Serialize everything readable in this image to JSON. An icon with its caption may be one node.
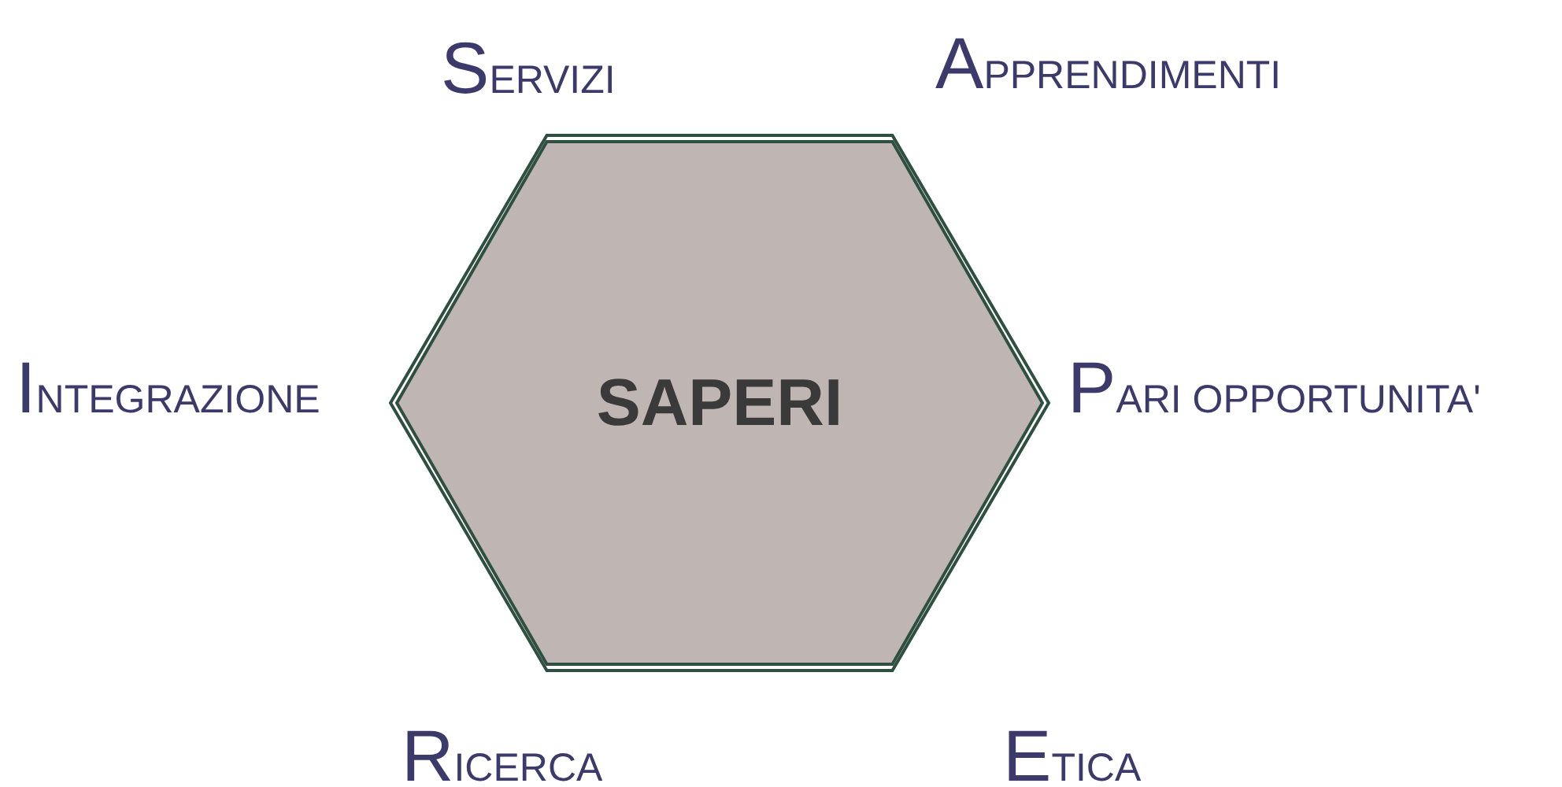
{
  "diagram": {
    "nodes": [
      {
        "text": [
          "SAPERI"
        ]
      }
    ],
    "edges": [],
    "labels": [
      "SERVIZI",
      "APPRENDIMENTI",
      "INTEGRAZIONE",
      "PARI OPPORTUNITA'",
      "RICERCA",
      "ETICA"
    ]
  }
}
